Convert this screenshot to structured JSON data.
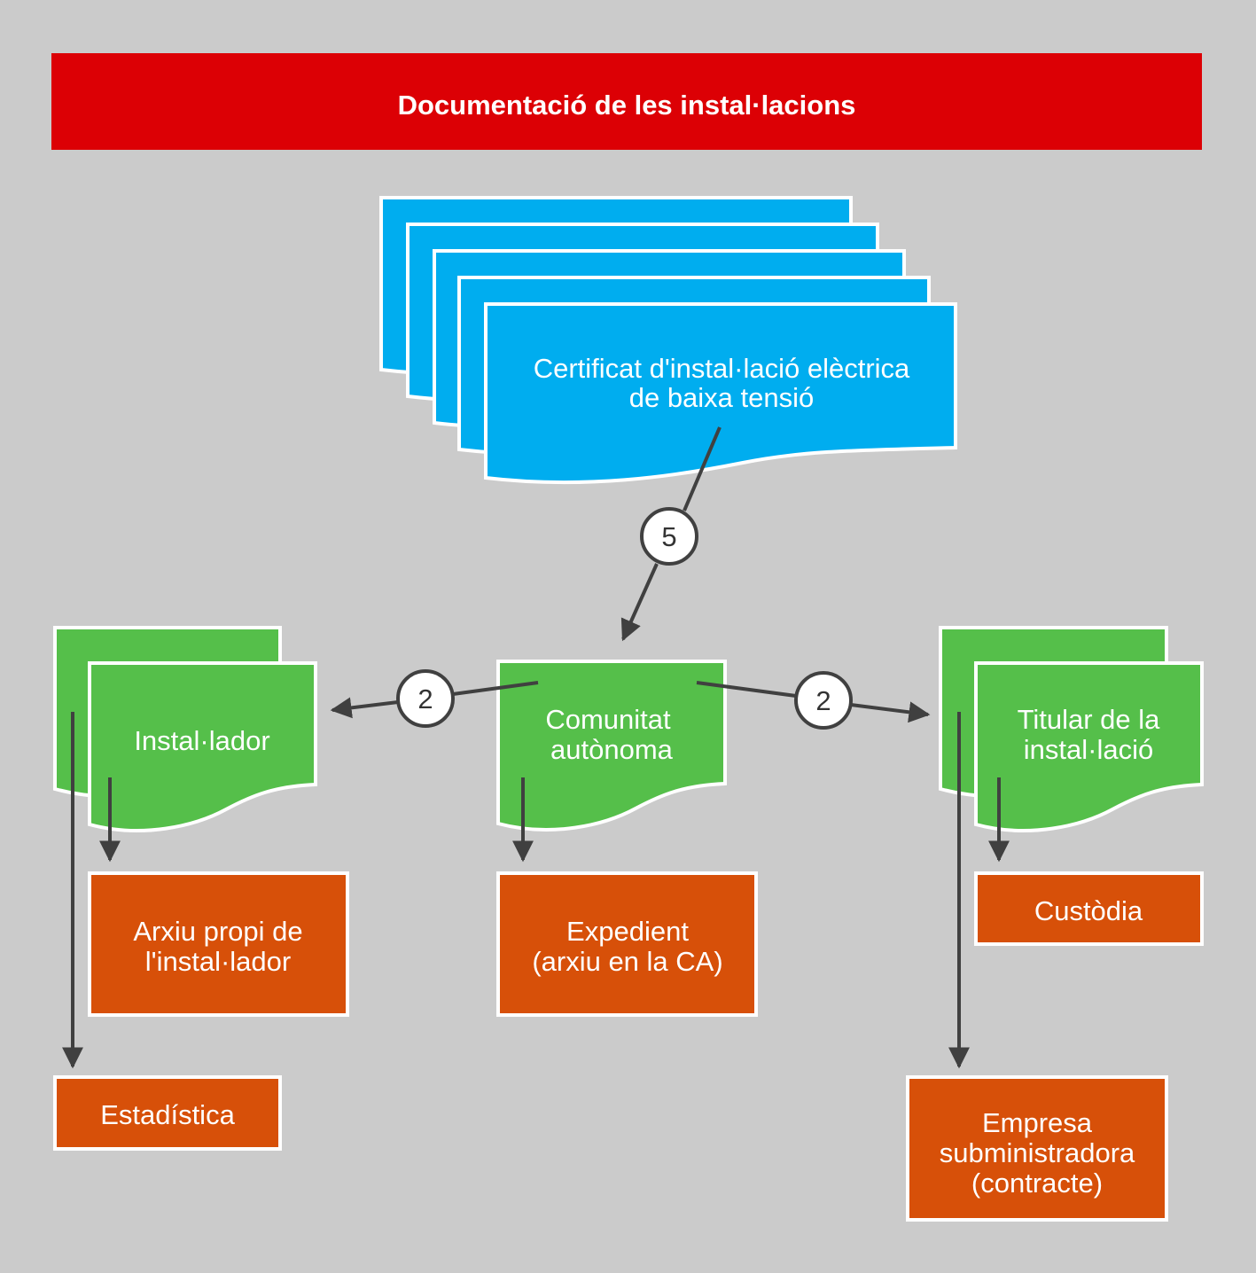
{
  "title": "Documentació de les instal·lacions",
  "certificate": {
    "line1": "Certificat d'instal·lació elèctrica",
    "line2": "de baixa tensió"
  },
  "step_from_certificate": "5",
  "step_to_installer": "2",
  "step_to_owner": "2",
  "installer": {
    "label": "Instal·lador"
  },
  "community": {
    "line1": "Comunitat",
    "line2": "autònoma"
  },
  "owner": {
    "line1": "Titular de la",
    "line2": "instal·lació"
  },
  "installer_archive": {
    "line1": "Arxiu propi de",
    "line2": "l'instal·lador"
  },
  "file": {
    "line1": "Expedient",
    "line2": "(arxiu en la CA)"
  },
  "custody": {
    "label": "Custòdia"
  },
  "statistics": {
    "label": "Estadística"
  },
  "supplier": {
    "line1": "Empresa",
    "line2": "subministradora",
    "line3": "(contracte)"
  },
  "colors": {
    "banner": "#dc0005",
    "certificate": "#00adef",
    "entity": "#55bf4a",
    "output": "#d75009",
    "background": "#cbcbcb"
  }
}
